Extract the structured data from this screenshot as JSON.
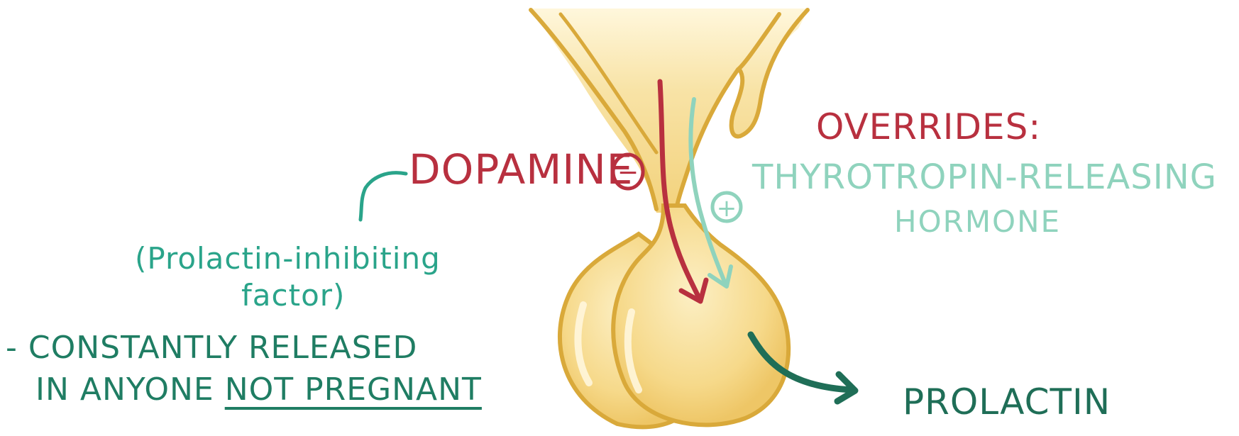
{
  "labels": {
    "dopamine": "DOPAMINE",
    "overrides": "OVERRIDES",
    "overrides_colon": ":",
    "trh_line1": "THYROTROPIN-RELEASING",
    "trh_line2": "HORMONE",
    "pif_line1": "(Prolactin-inhibiting",
    "pif_line2": "factor)",
    "constantly_line1": "- CONSTANTLY RELEASED",
    "constantly_line2_prefix": "IN ANYONE ",
    "constantly_line2_emphasis": "NOT PREGNANT",
    "prolactin": "PROLACTIN",
    "minus_symbol": "−",
    "plus_symbol": "+"
  },
  "colors": {
    "dopamine_red": "#b8303f",
    "trh_mint": "#8fd3bd",
    "pif_teal": "#2aa48a",
    "dark_green": "#1f7d63",
    "gland_fill": "#f7dc8f",
    "gland_outline": "#d9a93a"
  }
}
